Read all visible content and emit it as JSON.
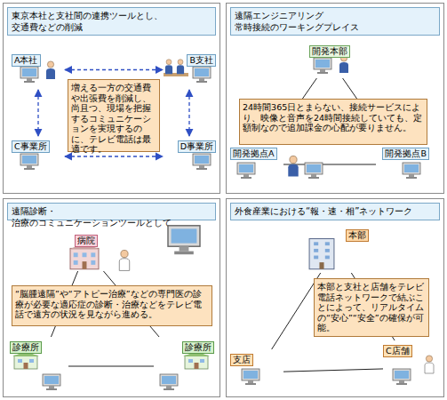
{
  "diagram": {
    "nodes": [
      {
        "text": [
          "東京本社と支社間の連携ツールとし、 交通費などの削減"
        ]
      },
      {
        "text": [
          "A本社"
        ],
        "in": 0
      },
      {
        "text": [
          "B支社"
        ],
        "in": 0
      },
      {
        "text": [
          "C事業所"
        ],
        "in": 0
      },
      {
        "text": [
          "D事業所"
        ],
        "in": 0
      },
      {
        "text": [
          "増える一方の交通費や出張費を削減し、尚且つ、現場を把握するコミュニケーションを実現するのに、テレビ電話は最適です。"
        ],
        "in": 0
      },
      {
        "text": [
          "遠隔エンジニアリング 常時接続のワーキングプレイス"
        ]
      },
      {
        "text": [
          "開発本部"
        ],
        "in": 6
      },
      {
        "text": [
          "24時間365日とまらない、接続サービスにより、映像と音声を24時間接続していても、定額制なので追加課金の心配が要りません。"
        ],
        "in": 6
      },
      {
        "text": [
          "開発拠点A"
        ],
        "in": 6
      },
      {
        "text": [
          "開発拠点B"
        ],
        "in": 6
      },
      {
        "text": [
          "遠隔診断・治療のコミュニケーションツールとして"
        ]
      },
      {
        "text": [
          "病院"
        ],
        "in": 11
      },
      {
        "text": [
          "“脳腫遠隔”や“アトピー治療”などの専門医の診療が必要な適応症の診断・治療などをテレビ電話で遠方の状況を見ながら進める。"
        ],
        "in": 11
      },
      {
        "text": [
          "診療所"
        ],
        "in": 11
      },
      {
        "text": [
          "診療所"
        ],
        "in": 11
      },
      {
        "text": [
          "外食産業における“報・速・相”ネットワーク"
        ]
      },
      {
        "text": [
          "本部"
        ],
        "in": 16
      },
      {
        "text": [
          "本部と支社と店舗をテレビ電話ネットワークで結ぶことによって、リアルタイムの“安心”“安全”の確保が可能。"
        ],
        "in": 16
      },
      {
        "text": [
          "支店"
        ],
        "in": 16
      },
      {
        "text": [
          "C店舗"
        ],
        "in": 16
      }
    ],
    "edges": [
      {
        "from": 1,
        "to": 2,
        "arrow": "both"
      },
      {
        "from": 1,
        "to": 3,
        "arrow": "both"
      },
      {
        "from": 2,
        "to": 4,
        "arrow": "both"
      },
      {
        "from": 3,
        "to": 4,
        "arrow": "both"
      },
      {
        "from": 7,
        "to": 9,
        "arrow": "none"
      },
      {
        "from": 7,
        "to": 10,
        "arrow": "none"
      },
      {
        "from": 9,
        "to": 10,
        "arrow": "none"
      },
      {
        "from": 12,
        "to": 14,
        "arrow": "none"
      },
      {
        "from": 12,
        "to": 15,
        "arrow": "none"
      },
      {
        "from": 14,
        "to": 15,
        "arrow": "none"
      },
      {
        "from": 17,
        "to": 19,
        "arrow": "none"
      },
      {
        "from": 17,
        "to": 20,
        "arrow": "none"
      },
      {
        "from": 19,
        "to": 20,
        "arrow": "none"
      }
    ]
  }
}
